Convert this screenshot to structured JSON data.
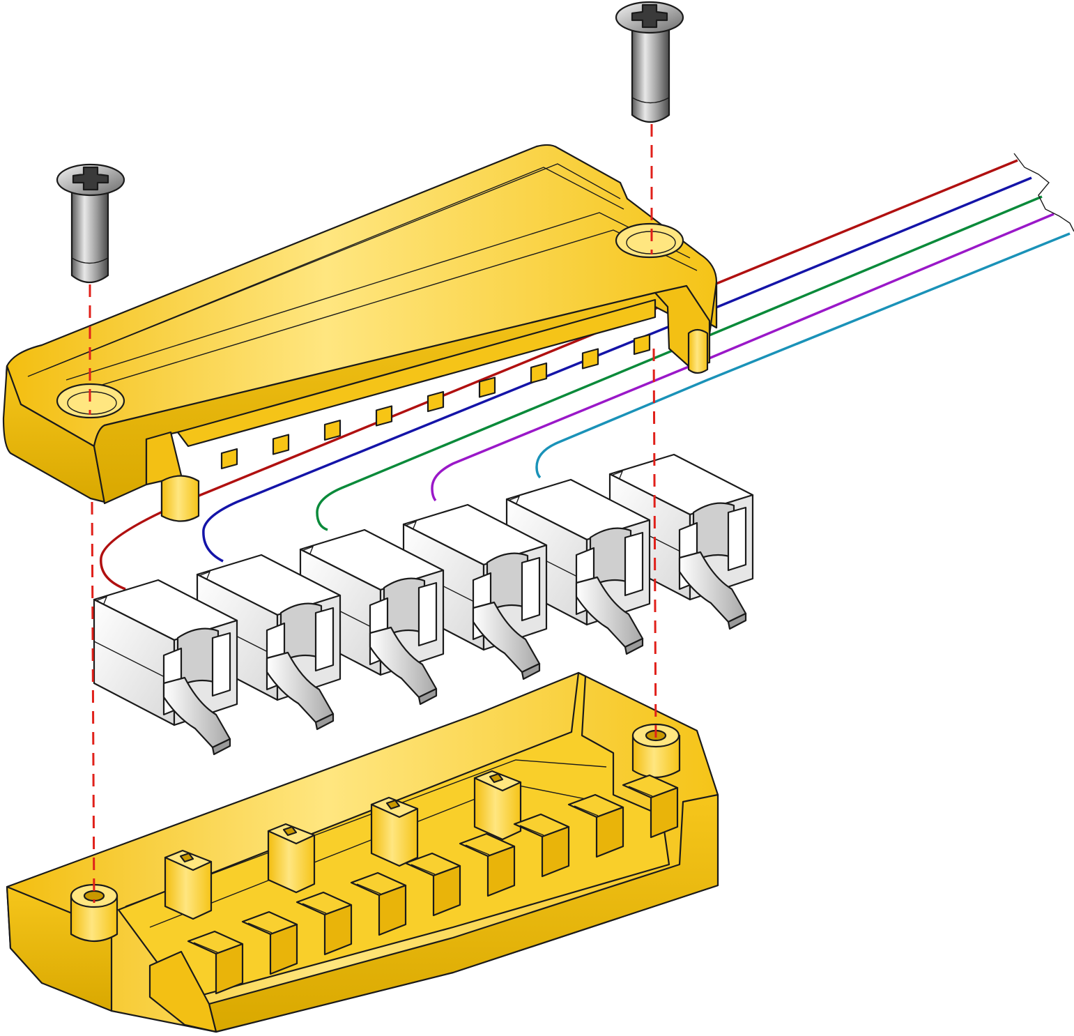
{
  "diagram": {
    "parts": {
      "screws": 2,
      "contacts": 6,
      "wires": 5
    },
    "colors": {
      "housing": "#f7c515",
      "housing_light": "#ffe680",
      "housing_dark": "#c99800",
      "contact": "#f2f2f2",
      "contact_shade": "#c8c8c8",
      "axis_line": "#e0201a",
      "screw": "#8a8a8a"
    },
    "wires": [
      {
        "color": "#b01010"
      },
      {
        "color": "#1414a8"
      },
      {
        "color": "#0a8a3a"
      },
      {
        "color": "#9a18c8"
      },
      {
        "color": "#1a92b8"
      }
    ]
  }
}
